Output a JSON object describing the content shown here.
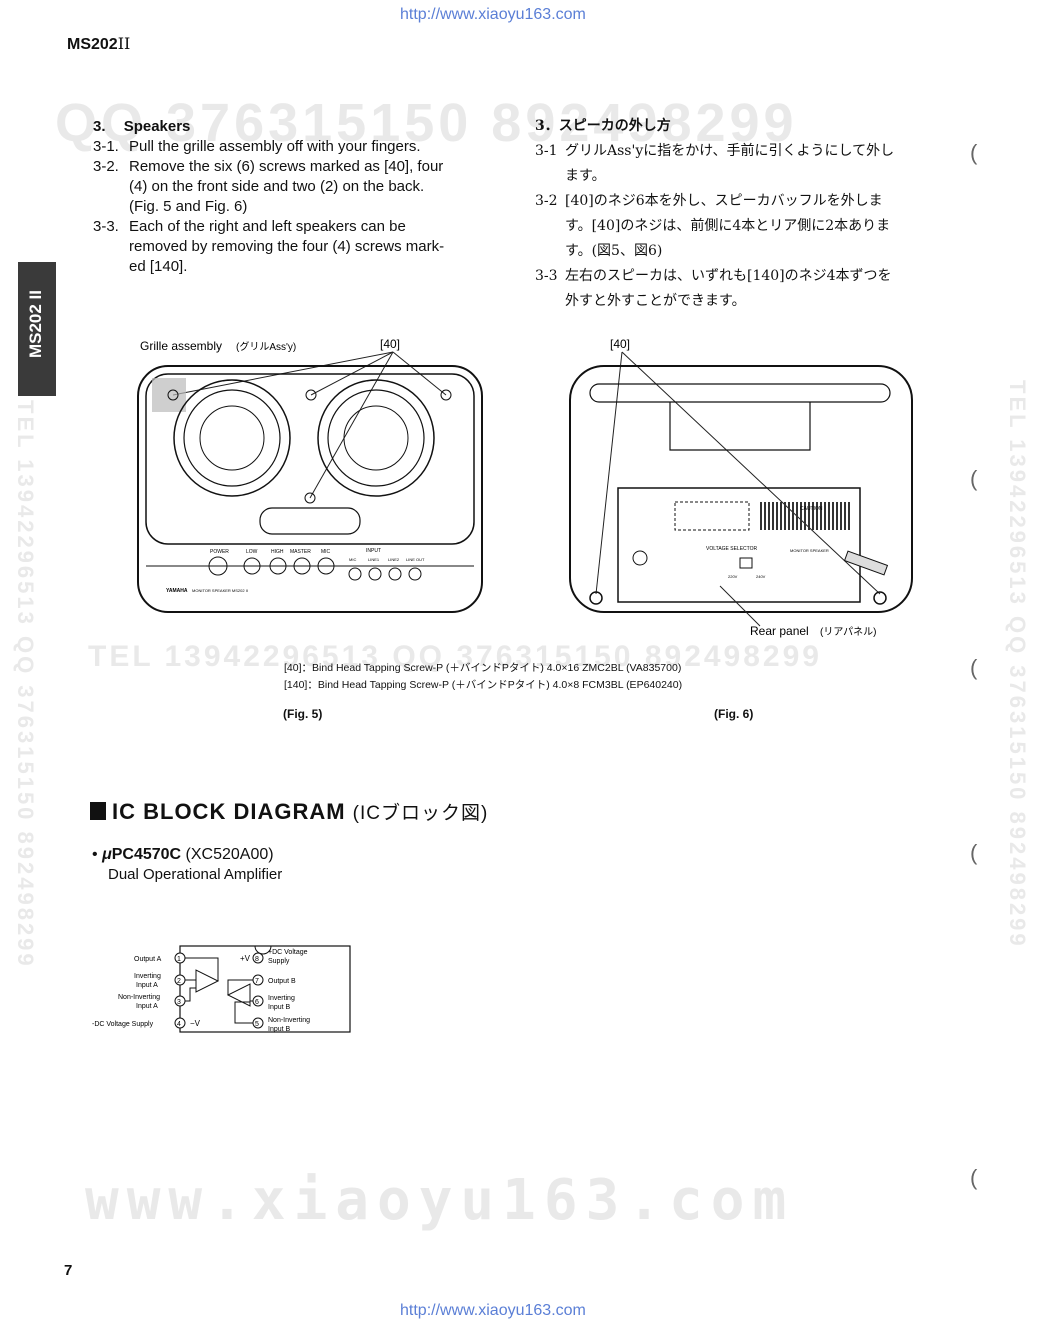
{
  "watermark": {
    "url_top": "http://www.xiaoyu163.com",
    "url_bottom": "http://www.xiaoyu163.com",
    "qq_line": "QQ 376315150  892498299",
    "tel_line": "TEL 13942296513  QQ 376315150  892498299",
    "right_vertical": "TEL 13942296513  QQ 376315150  892498299",
    "left_vertical": "TEL 13942296513  QQ 376315150  892498299",
    "bottom_site": "www.xiaoyu163.com"
  },
  "header": {
    "model": "MS202",
    "model_suffix": "II"
  },
  "side_tab": "MS202 II",
  "section_en": {
    "heading_num": "3.",
    "heading": "Speakers",
    "steps": [
      {
        "num": "3-1.",
        "lines": [
          "Pull the grille assembly off with your fingers."
        ]
      },
      {
        "num": "3-2.",
        "lines": [
          "Remove the six (6) screws marked as [40], four",
          "(4) on the front side and two (2) on the back.",
          "(Fig. 5 and Fig. 6)"
        ]
      },
      {
        "num": "3-3.",
        "lines": [
          "Each of the right and left speakers can be",
          "removed by removing the four (4) screws mark-",
          "ed [140]."
        ]
      }
    ]
  },
  "section_jp": {
    "heading": "3．スピーカの外し方",
    "steps": [
      {
        "num": "3-1",
        "lines": [
          "グリルAss'yに指をかけ、手前に引くようにして外し",
          "ます。"
        ]
      },
      {
        "num": "3-2",
        "lines": [
          "[40]のネジ6本を外し、スピーカバッフルを外しま",
          "す。[40]のネジは、前側に4本とリア側に2本ありま",
          "す。(図5、図6)"
        ]
      },
      {
        "num": "3-3",
        "lines": [
          "左右のスピーカは、いずれも[140]のネジ4本ずつを",
          "外すと外すことができます。"
        ]
      }
    ]
  },
  "fig5": {
    "grille_label": "Grille assembly",
    "grille_label_jp": "(グリルAss'y)",
    "screw_label": "[40]",
    "caption": "(Fig. 5)",
    "knob_labels": [
      "POWER",
      "LOW",
      "HIGH",
      "MASTER",
      "MIC"
    ],
    "input_label": "INPUT",
    "jack_labels": [
      "MIC",
      "LINE1",
      "LINE2",
      "LINE OUT"
    ],
    "brand": "YAMAHA",
    "model_plate": "MONITOR SPEAKER MS202 II"
  },
  "fig6": {
    "screw_label": "[40]",
    "rear_panel_label": "Rear panel",
    "rear_panel_label_jp": "(リアパネル)",
    "caption": "(Fig. 6)",
    "voltage_label": "VOLTAGE SELECTOR",
    "voltage_values": [
      "220V",
      "240V"
    ],
    "plate_text": "MONITOR SPEAKER",
    "caution": "CAUTION"
  },
  "screw_notes": [
    "[40]：Bind Head Tapping Screw-P (＋バインドPタイト) 4.0×16 ZMC2BL (VA835700)",
    "[140]：Bind Head Tapping Screw-P (＋バインドPタイト) 4.0×8 FCM3BL (EP640240)"
  ],
  "ic_section": {
    "title": "IC BLOCK DIAGRAM",
    "title_jp": "(ICブロック図)",
    "bullet": "•",
    "part_prefix": "μ",
    "part": "PC4570C",
    "part_code": "(XC520A00)",
    "description": "Dual Operational Amplifier",
    "pins_left": [
      {
        "num": "1",
        "label": "Output A"
      },
      {
        "num": "2",
        "label": "Inverting Input A"
      },
      {
        "num": "3",
        "label": "Non-Inverting Input A"
      },
      {
        "num": "4",
        "label": "-DC Voltage Supply"
      }
    ],
    "pins_right": [
      {
        "num": "8",
        "label": "+DC Voltage Supply"
      },
      {
        "num": "7",
        "label": "Output B"
      },
      {
        "num": "6",
        "label": "Inverting Input B"
      },
      {
        "num": "5",
        "label": "Non-Inverting Input B"
      }
    ],
    "vplus": "+V",
    "vminus": "−V"
  },
  "page_number": "7"
}
